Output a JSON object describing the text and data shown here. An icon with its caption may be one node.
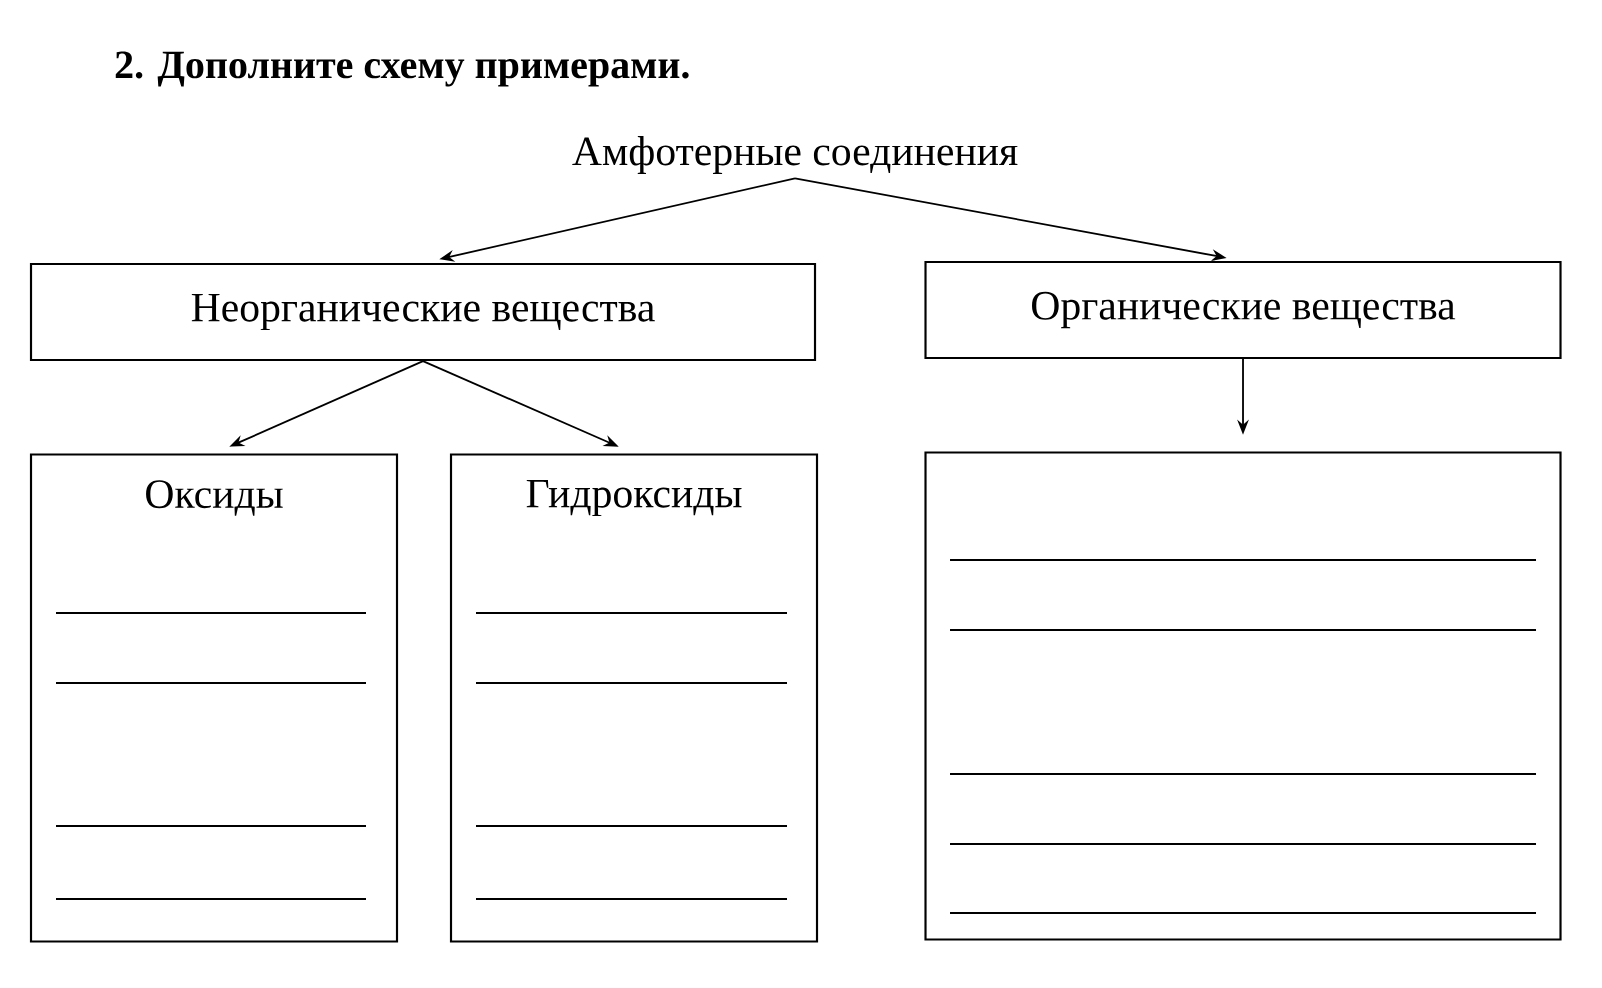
{
  "diagram": {
    "title": "2. Дополните схему примерами.",
    "nodes": [
      {
        "text": [
          "Амфотерные соединения"
        ]
      },
      {
        "text": [
          "Неорганические вещества"
        ]
      },
      {
        "text": [
          "Органические вещества"
        ]
      },
      {
        "text": [
          "Оксиды"
        ]
      },
      {
        "text": [
          "Гидроксиды"
        ]
      },
      {
        "text": [],
        "shape": "box"
      }
    ],
    "edges": [
      {
        "from": 0,
        "to": 1,
        "arrow": "to"
      },
      {
        "from": 0,
        "to": 2,
        "arrow": "to"
      },
      {
        "from": 1,
        "to": 3,
        "arrow": "to"
      },
      {
        "from": 1,
        "to": 4,
        "arrow": "to"
      },
      {
        "from": 2,
        "to": 5,
        "arrow": "to"
      }
    ]
  }
}
